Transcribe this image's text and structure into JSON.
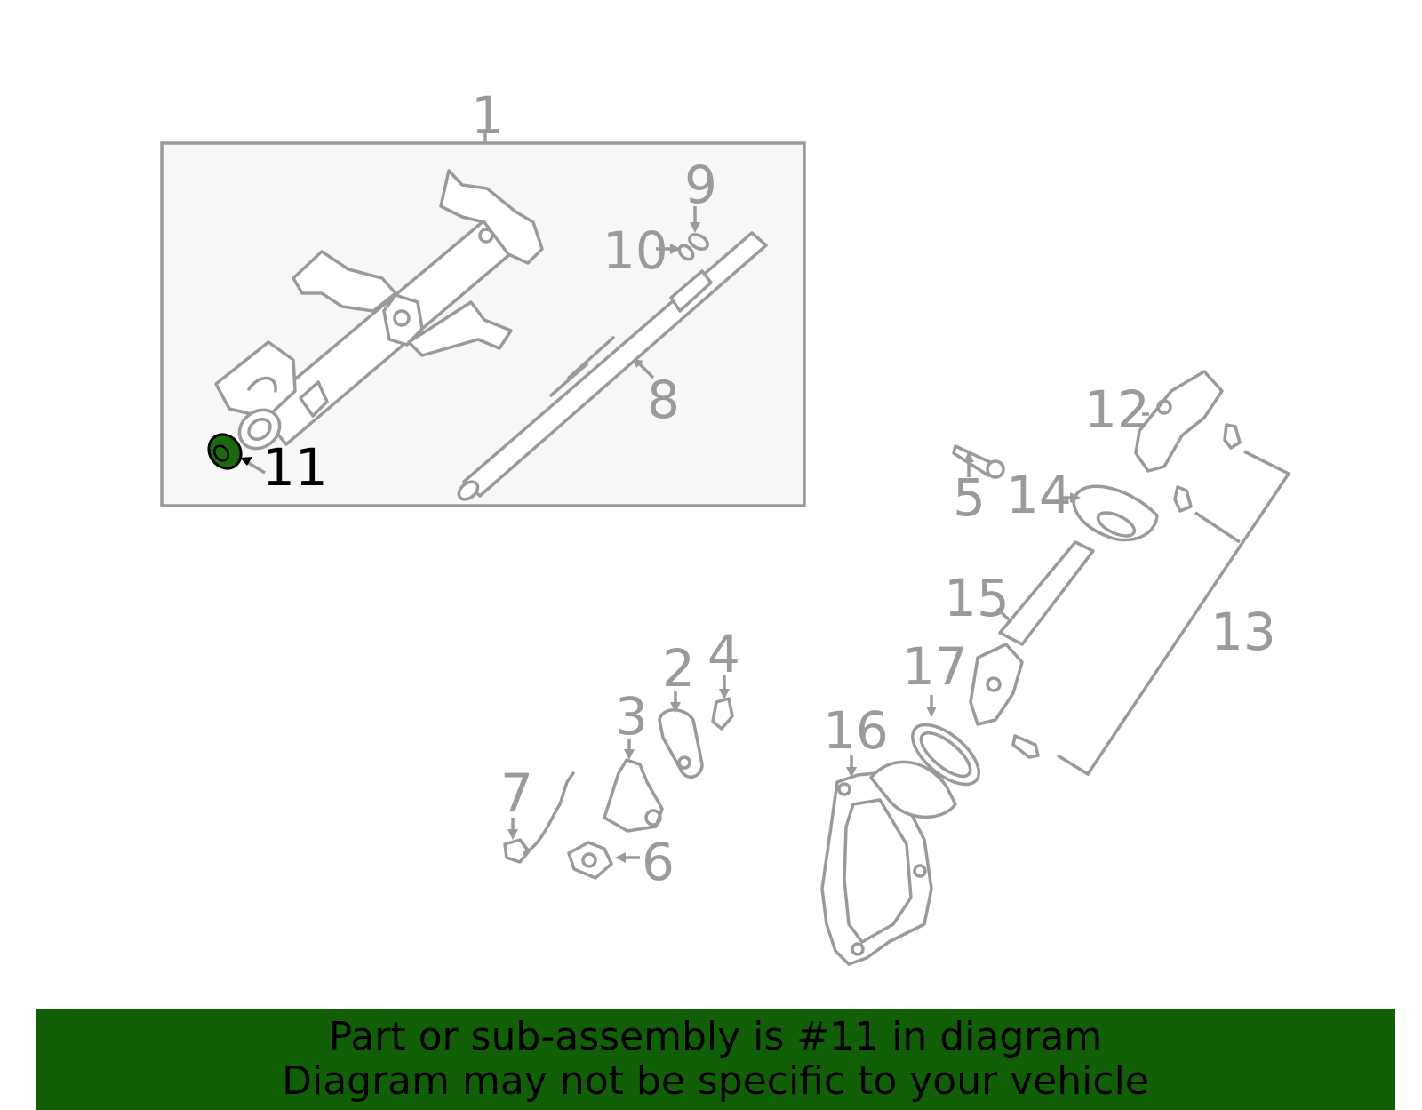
{
  "colors": {
    "line": "#9a9a9a",
    "box_fill": "#f7f7f7",
    "highlight_part": "#1b6a12",
    "banner": "#116008",
    "highlight_text": "#000000"
  },
  "callouts": {
    "c1": "1",
    "c2": "2",
    "c3": "3",
    "c4": "4",
    "c5": "5",
    "c6": "6",
    "c7": "7",
    "c8": "8",
    "c9": "9",
    "c10": "10",
    "c11": "11",
    "c12": "12",
    "c13": "13",
    "c14": "14",
    "c15": "15",
    "c16": "16",
    "c17": "17"
  },
  "highlighted_callout": "11",
  "banner": {
    "line1": "Part or sub-assembly is #11 in diagram",
    "line2": "Diagram may not be specific to your vehicle"
  }
}
